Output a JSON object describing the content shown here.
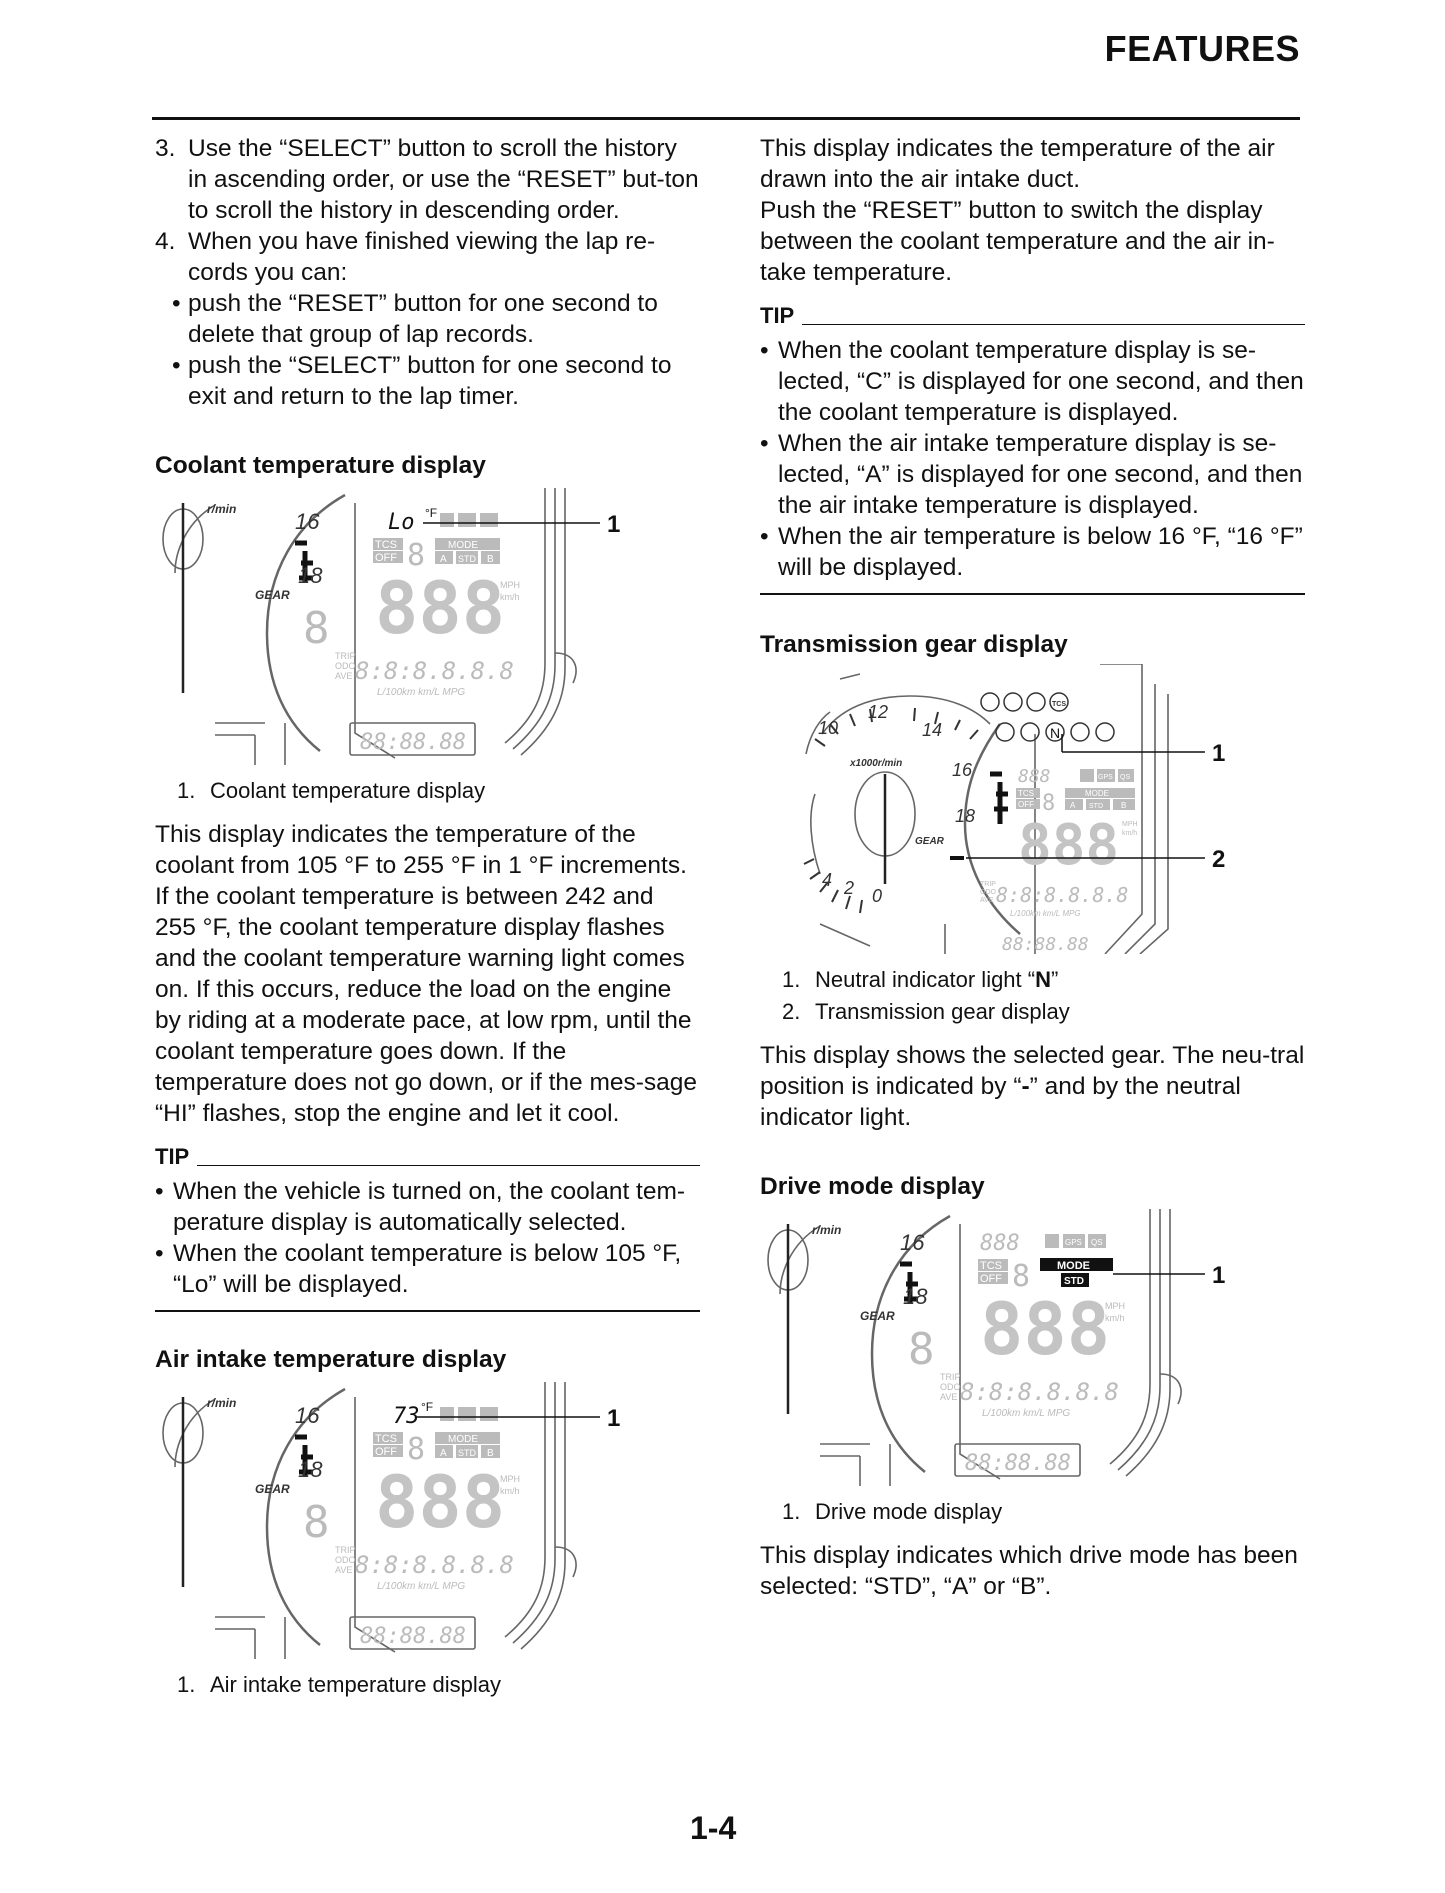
{
  "header": {
    "title": "FEATURES"
  },
  "left": {
    "steps": [
      {
        "num": "3.",
        "text": "Use the “SELECT” button to scroll the history in ascending order, or use the “RESET” but-ton to scroll the history in descending order."
      },
      {
        "num": "4.",
        "text": "When you have finished viewing the lap re-cords you can:"
      }
    ],
    "bullets": [
      "push the “RESET” button for one second to delete that group of lap records.",
      "push the “SELECT” button for one second to exit and return to the lap timer."
    ],
    "coolant": {
      "heading": "Coolant temperature display",
      "figure": {
        "readout": "Lo",
        "unit": "°F",
        "callout": "1"
      },
      "caption_num": "1.",
      "caption": "Coolant temperature display",
      "body": "This display indicates the temperature of the coolant from 105 °F to 255 °F in 1 °F increments. If the coolant temperature is between 242 and 255 °F, the coolant temperature display flashes and the coolant temperature warning light comes on. If this occurs, reduce the load on the engine by riding at a moderate pace, at low rpm, until the coolant temperature goes down. If the temperature does not go down, or if the mes-sage “HI” flashes, stop the engine and let it cool.",
      "tip_label": "TIP",
      "tips": [
        "When the vehicle is turned on, the coolant tem-perature display is automatically selected.",
        "When the coolant temperature is below 105 °F, “Lo” will be displayed."
      ]
    },
    "air": {
      "heading": "Air intake temperature display",
      "figure": {
        "readout": "73",
        "unit": "°F",
        "callout": "1"
      },
      "caption_num": "1.",
      "caption": "Air intake temperature display"
    }
  },
  "right": {
    "air_body_1": "This display indicates the temperature of the air drawn into the air intake duct.",
    "air_body_2": "Push the “RESET” button to switch the display between the coolant temperature and the air in-take temperature.",
    "tip_label": "TIP",
    "tips": [
      "When the coolant temperature display is se-lected, “C” is displayed for one second, and then the coolant temperature is displayed.",
      "When the air intake temperature display is se-lected, “A” is displayed for one second, and then the air intake temperature is displayed.",
      "When the air temperature is below 16 °F, “16 °F” will be displayed."
    ],
    "gear": {
      "heading": "Transmission gear display",
      "callouts": [
        "1",
        "2"
      ],
      "captions": [
        {
          "num": "1.",
          "text": "Neutral indicator light “",
          "symbol": "N",
          "tail": "”"
        },
        {
          "num": "2.",
          "text": "Transmission gear display"
        }
      ],
      "body_pre": "This display shows the selected gear. The neu-tral position is indicated by “",
      "body_symbol": "-",
      "body_post": "” and by the neutral indicator light."
    },
    "drive": {
      "heading": "Drive mode display",
      "figure": {
        "mode_label": "MODE",
        "mode_value": "STD",
        "callout": "1"
      },
      "caption_num": "1.",
      "caption": "Drive mode display",
      "body": "This display indicates which drive mode has been selected: “STD”, “A” or “B”."
    }
  },
  "dash": {
    "rpm_unit": "r/min",
    "rpm_unit_full": "x1000r/min",
    "tach_16": "16",
    "tach_18": "18",
    "tach_10": "10",
    "tach_12": "12",
    "tach_14": "14",
    "tach_4": "4",
    "tach_2": "2",
    "tach_0": "0",
    "gear_label": "GEAR",
    "gear_digit": "8",
    "tcs": "TCS",
    "tcs_off": "OFF",
    "mode": "MODE",
    "mode_a": "A",
    "mode_std": "STD",
    "mode_b": "B",
    "speed": "888",
    "mph": "MPH",
    "kmh": "km/h",
    "trip": "TRIP",
    "odo": "ODO",
    "ave": "AVE",
    "odo_digits": "8:8:8.8.8.8",
    "fuel_units": "L/100km km/L MPG",
    "clock": "88:88.88",
    "temp_888": "888",
    "gps": "GPS",
    "qs": "QS",
    "tcs_icon": "TCS",
    "neutral_icon": "N"
  },
  "page_number": "1-4"
}
